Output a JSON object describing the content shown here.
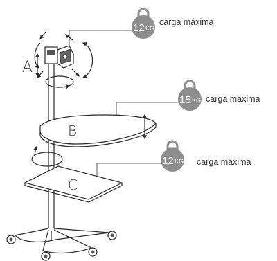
{
  "labels": {
    "a": "A",
    "b": "B",
    "c": "C"
  },
  "weights": [
    {
      "value": "12",
      "unit": "KG",
      "caption": "carga máxima"
    },
    {
      "value": "15",
      "unit": "KG",
      "caption": "carga máxima"
    },
    {
      "value": "12",
      "unit": "KG",
      "caption": "carga máxima"
    }
  ],
  "colors": {
    "weight_fill": "#8e8e8e",
    "weight_handle": "#8e8e8e",
    "line": "#2a2a2a",
    "text": "#333333"
  },
  "icons": [
    "weight-icon",
    "rotate-arrow-icon",
    "double-arrow-icon",
    "caster-wheel-icon"
  ]
}
